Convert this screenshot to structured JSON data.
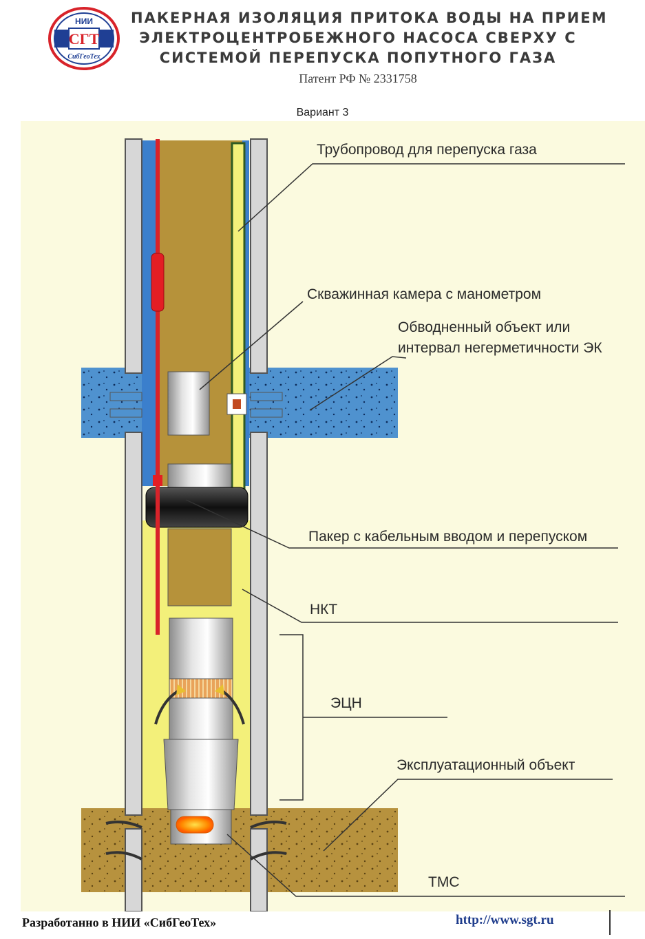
{
  "header": {
    "logo": {
      "top_text": "НИИ",
      "center_text": "СГТ",
      "bottom_text": "СибГеоТех",
      "colors": {
        "ring": "#d8232a",
        "band": "#1f3f94"
      }
    },
    "title_lines": [
      "ПАКЕРНАЯ ИЗОЛЯЦИЯ ПРИТОКА ВОДЫ НА ПРИЕМ",
      "ЭЛЕКТРОЦЕНТРОБЕЖНОГО НАСОСА СВЕРХУ С",
      "СИСТЕМОЙ ПЕРЕПУСКА ПОПУТНОГО ГАЗА"
    ],
    "patent": "Патент РФ № 2331758",
    "variant": "Вариант 3"
  },
  "diagram": {
    "colors": {
      "background": "#fbfadf",
      "casing": "#d7d7d7",
      "fluid_brown": "#b6923a",
      "annulus_blue": "#3b7fcc",
      "gas_yellow": "#f3f07a",
      "water_layer": "#4f92cf",
      "pay_layer": "#b7923e",
      "cable_red": "#d8232a",
      "gas_line_green": "#2f5a22",
      "packer": "#1e1e1e"
    },
    "labels": {
      "gas_pipeline": "Трубопровод для перепуска газа",
      "chamber": "Скважинная камера с манометром",
      "watered_1": "Обводненный объект или",
      "watered_2": "интервал негерметичности ЭК",
      "packer": "Пакер с кабельным вводом и перепуском",
      "tubing": "НКТ",
      "esp": "ЭЦН",
      "pay_zone": "Эксплуатационный объект",
      "tms": "ТМС"
    }
  },
  "footer": {
    "developed_by": "Разработанно в НИИ «СибГеоТех»",
    "url": "http://www.sgt.ru"
  }
}
